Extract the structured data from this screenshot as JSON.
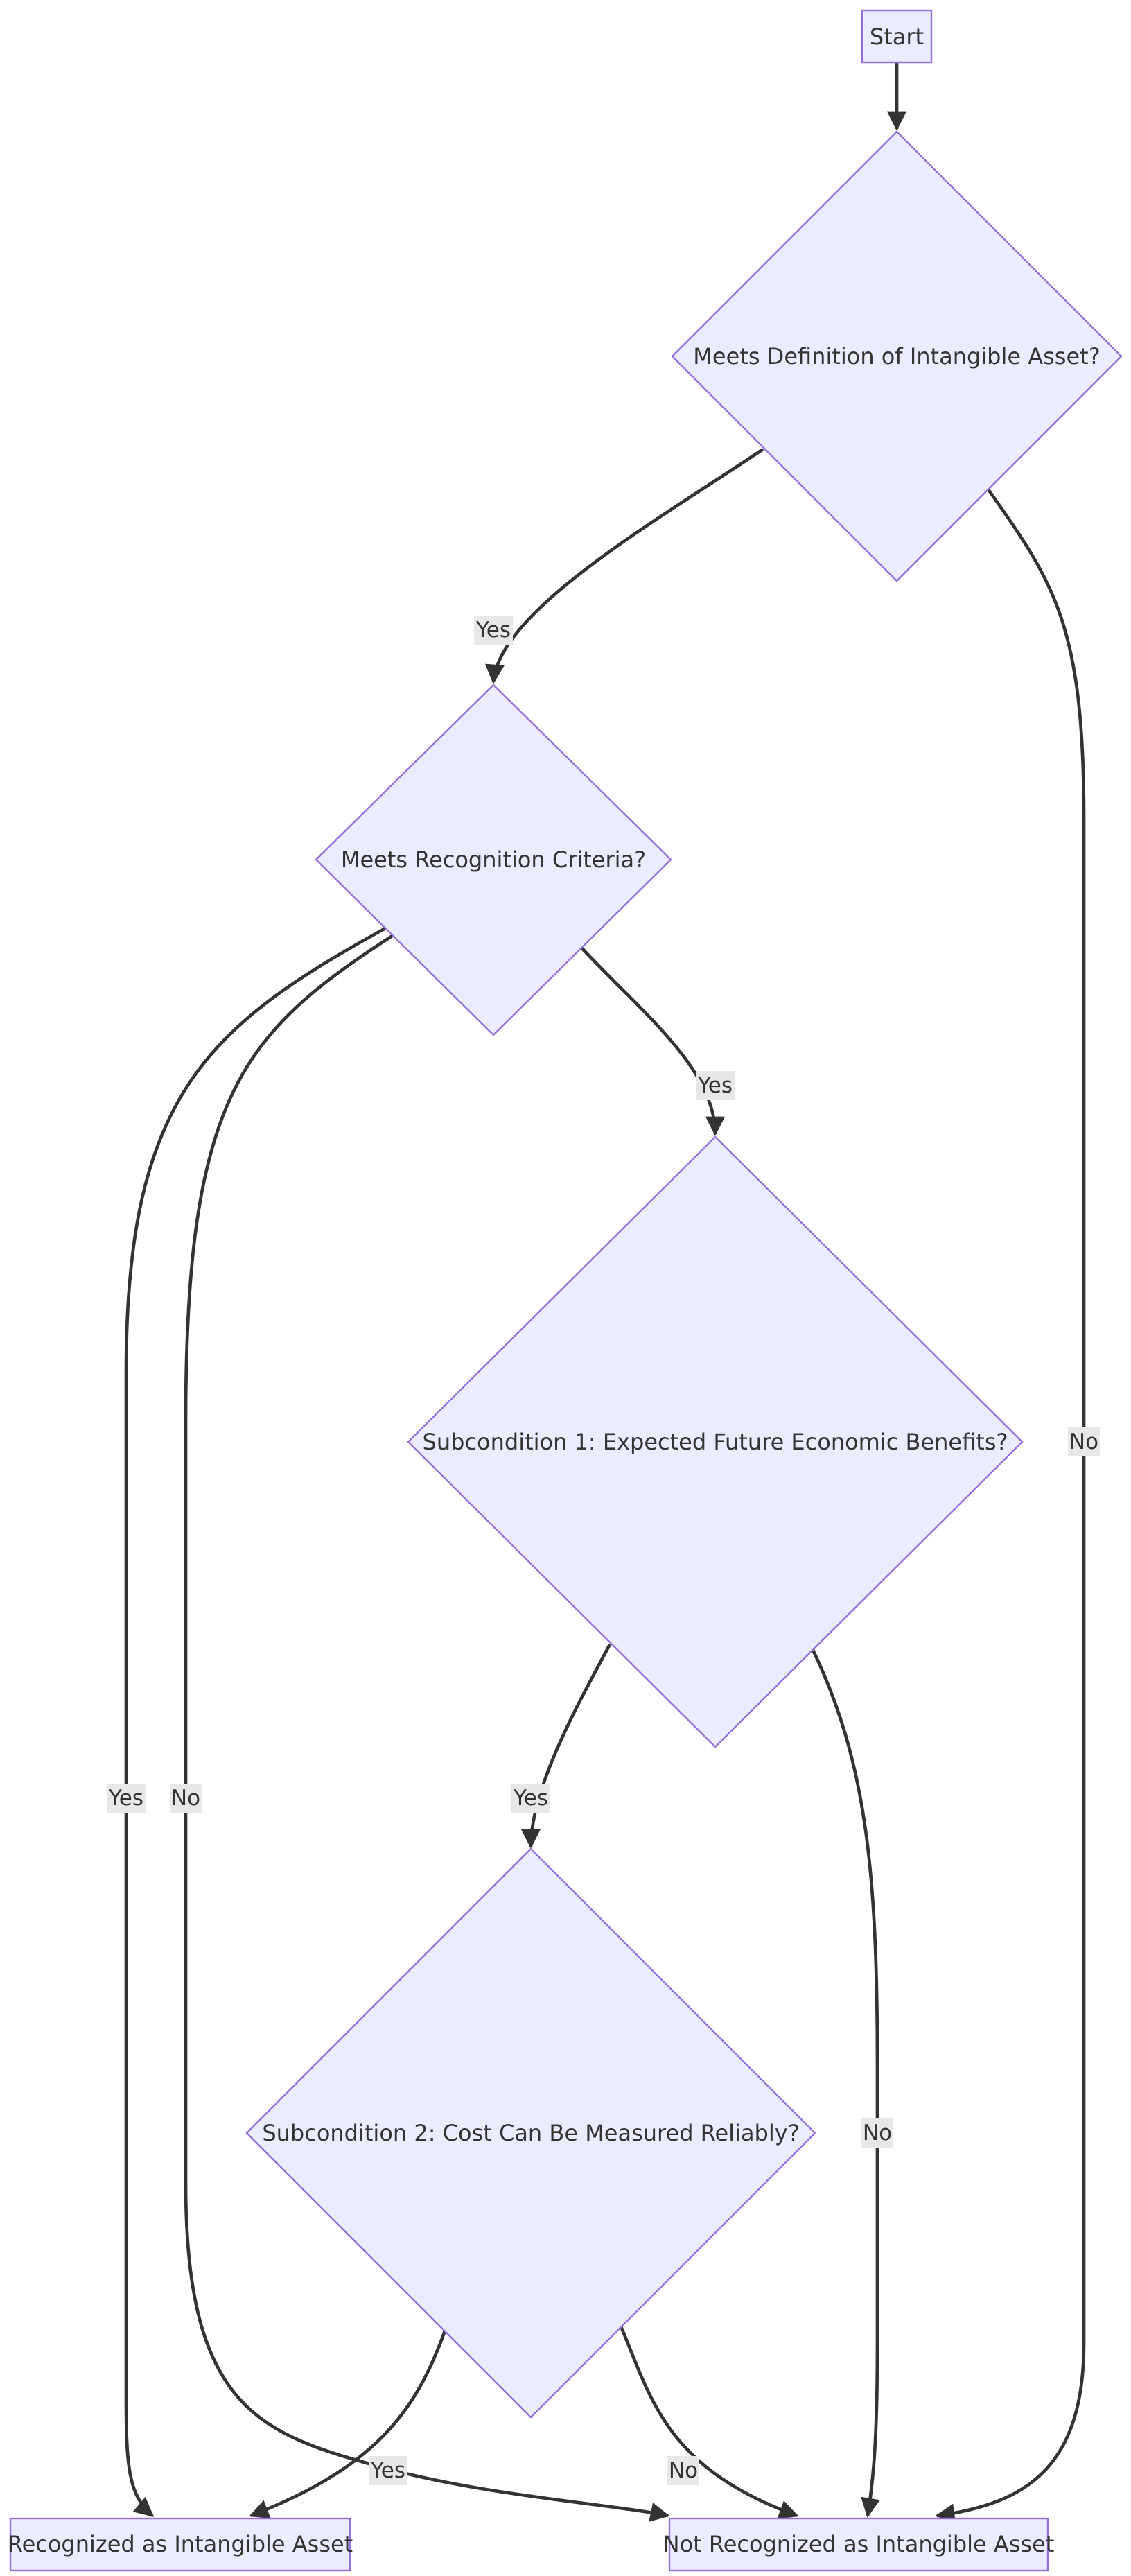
{
  "nodes": {
    "start": "Start",
    "definition": "Meets Definition of Intangible Asset?",
    "recognition": "Meets Recognition Criteria?",
    "sub1": "Subcondition 1: Expected Future Economic Benefits?",
    "sub2": "Subcondition 2: Cost Can Be Measured Reliably?",
    "recognized": "Recognized as Intangible Asset",
    "not_recognized": "Not Recognized as Intangible Asset"
  },
  "edges": {
    "def_yes": "Yes",
    "def_no": "No",
    "rec_yes_left": "Yes",
    "rec_no_left": "No",
    "rec_yes": "Yes",
    "sub1_yes": "Yes",
    "sub1_no": "No",
    "sub2_yes": "Yes",
    "sub2_no": "No"
  },
  "colors": {
    "node_fill": "#ECECFF",
    "node_stroke": "#9370DB",
    "edge": "#333333",
    "label_bg": "#e8e8e8"
  }
}
